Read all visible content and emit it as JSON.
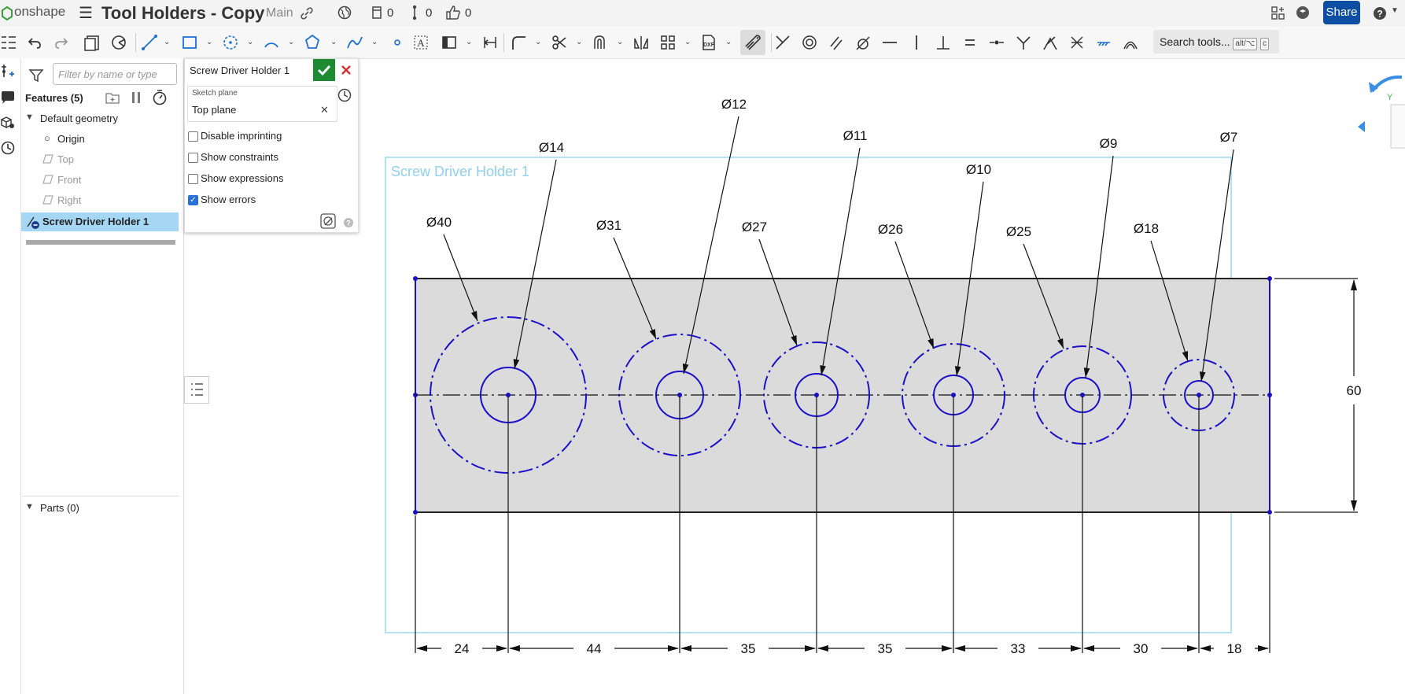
{
  "app": {
    "logo_text": "onshape"
  },
  "header": {
    "title": "Tool Holders - Copy",
    "branch": "Main",
    "versions_count": "0",
    "branches_count": "0",
    "likes_count": "0",
    "share_label": "Share"
  },
  "toolbar": {
    "search_label": "Search tools...",
    "search_shortcut_1": "alt/⌥",
    "search_shortcut_2": "c"
  },
  "features_panel": {
    "filter_placeholder": "Filter by name or type",
    "features_label": "Features (5)",
    "tree": [
      {
        "label": "Default geometry"
      },
      {
        "label": "Origin"
      },
      {
        "label": "Top"
      },
      {
        "label": "Front"
      },
      {
        "label": "Right"
      },
      {
        "label": "Screw Driver Holder 1"
      }
    ],
    "parts_label": "Parts (0)"
  },
  "sketch_dialog": {
    "title": "Screw Driver Holder 1",
    "plane_label": "Sketch plane",
    "plane_value": "Top plane",
    "options": [
      {
        "label": "Disable imprinting",
        "checked": false
      },
      {
        "label": "Show constraints",
        "checked": false
      },
      {
        "label": "Show expressions",
        "checked": false
      },
      {
        "label": "Show errors",
        "checked": true
      }
    ]
  },
  "sketch": {
    "name_label": "Screw Driver Holder 1",
    "height_dim": "60",
    "outer_diameters": [
      "Ø40",
      "Ø31",
      "Ø27",
      "Ø26",
      "Ø25",
      "Ø18"
    ],
    "inner_diameters": [
      "Ø14",
      "Ø12",
      "Ø11",
      "Ø10",
      "Ø9",
      "Ø7"
    ],
    "spacing_dims": [
      "24",
      "44",
      "35",
      "35",
      "33",
      "30",
      "18"
    ],
    "colors": {
      "geometry": "#1a10c8",
      "region": "#dcdbdb",
      "bbox": "#8fd0ef",
      "dimension": "#111111",
      "label": "#8fd0ef"
    }
  },
  "colors": {
    "accent": "#0d4da2",
    "confirm": "#1e8a32",
    "cancel": "#d32f2f",
    "selected": "#a5d6f3"
  }
}
